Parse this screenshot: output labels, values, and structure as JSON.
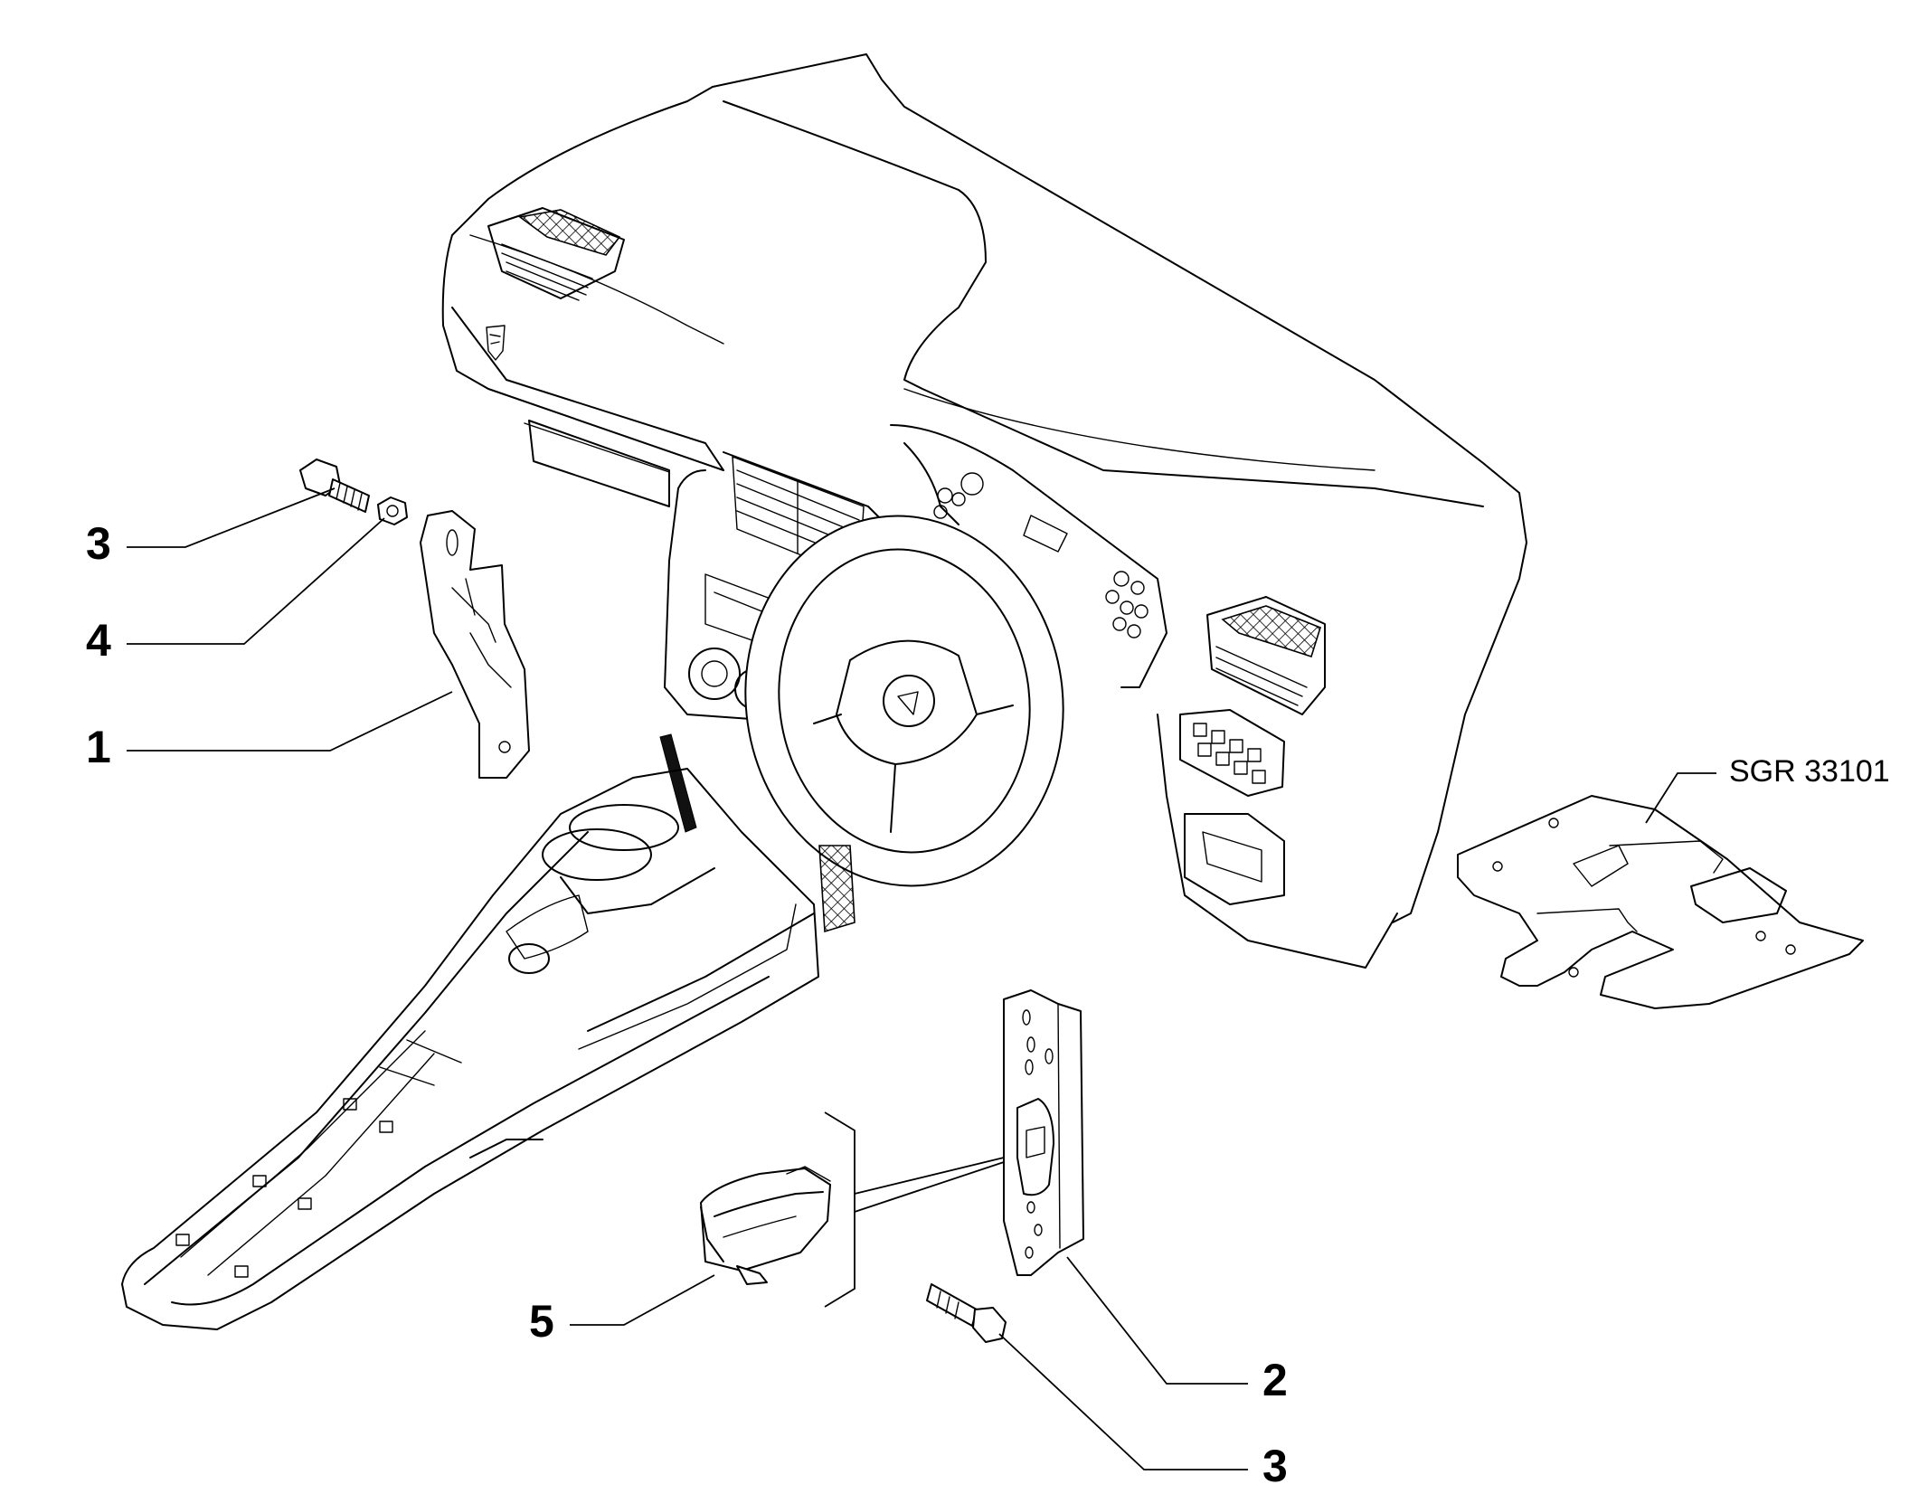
{
  "callouts": {
    "c1": "1",
    "c2": "2",
    "c3_upper": "3",
    "c3_lower": "3",
    "c4": "4",
    "c5": "5"
  },
  "reference_code": "SGR 33101"
}
